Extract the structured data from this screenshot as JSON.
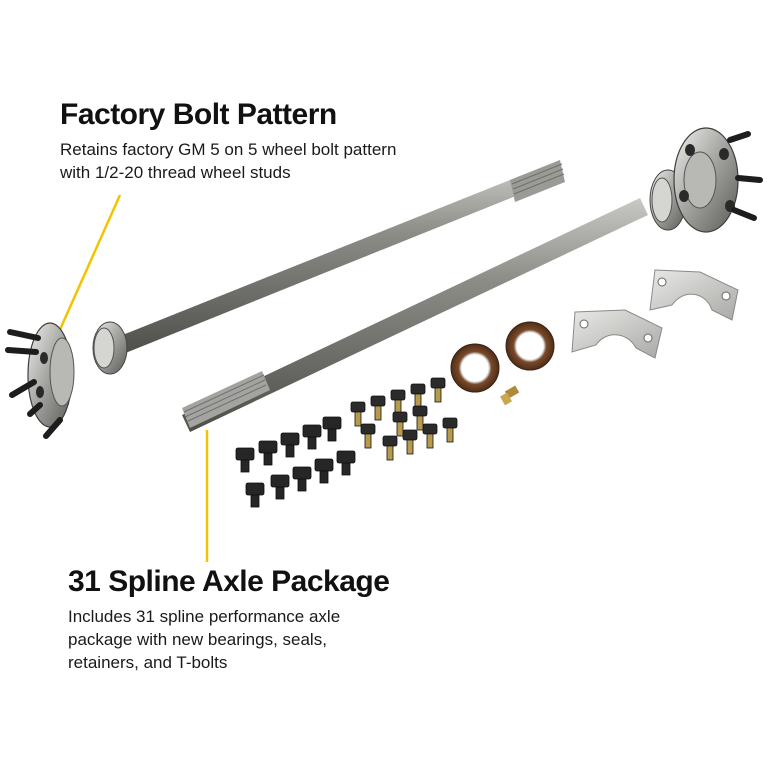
{
  "callouts": {
    "bolt_pattern": {
      "title": "Factory Bolt Pattern",
      "description": "Retains factory GM 5 on 5 wheel bolt pattern with 1/2-20 thread wheel studs"
    },
    "spline_package": {
      "title": "31 Spline Axle Package",
      "description": "Includes 31 spline performance axle package with new bearings, seals, retainers, and T-bolts"
    }
  },
  "colors": {
    "background": "#ffffff",
    "leader_line": "#f2c400",
    "steel": "#8a8a86",
    "steel_dark": "#5e5e5b",
    "seal": "#7a4a2c",
    "bolt": "#2a2a2a"
  },
  "product_parts": [
    "axle-shaft",
    "axle-shaft",
    "wheel-flange",
    "wheel-flange",
    "bearing",
    "bearing",
    "axle-seal",
    "axle-seal",
    "bearing-retainer",
    "bearing-retainer",
    "t-bolt-set",
    "lug-nut-set",
    "vent-fitting"
  ]
}
